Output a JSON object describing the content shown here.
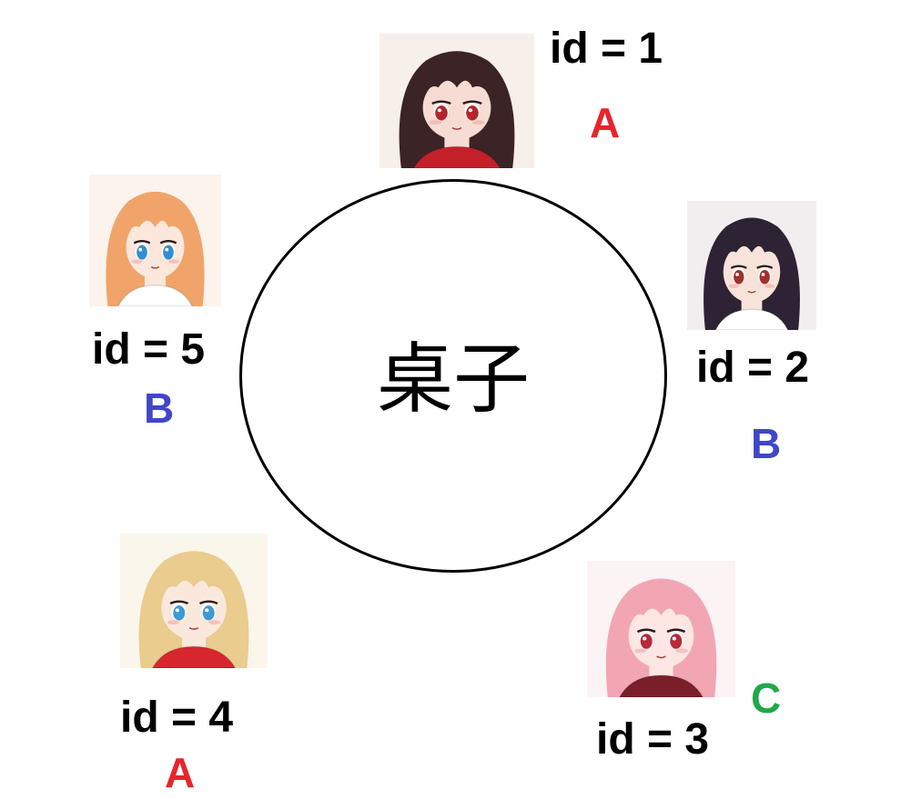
{
  "table": {
    "label": "桌子"
  },
  "people": [
    {
      "id_label": "id = 1",
      "group": "A",
      "group_color": "#e8242c",
      "hair": "#3b2326",
      "skin": "#f6dcd2",
      "eyes": "#b3262b",
      "accent": "#c4202a",
      "bg": "#f7efe9"
    },
    {
      "id_label": "id = 2",
      "group": "B",
      "group_color": "#3f47c8",
      "hair": "#2e2235",
      "skin": "#f8e3da",
      "eyes": "#a1302e",
      "accent": "#ffffff",
      "bg": "#f2eef0"
    },
    {
      "id_label": "id = 3",
      "group": "C",
      "group_color": "#21a84a",
      "hair": "#f2a6b3",
      "skin": "#fde6e3",
      "eyes": "#b62a3a",
      "accent": "#7a1f2a",
      "bg": "#fbf3f4"
    },
    {
      "id_label": "id = 4",
      "group": "A",
      "group_color": "#e8242c",
      "hair": "#e9cc8e",
      "skin": "#fbe8dd",
      "eyes": "#3c9bd4",
      "accent": "#d8262e",
      "bg": "#fbf6ec"
    },
    {
      "id_label": "id = 5",
      "group": "B",
      "group_color": "#3f47c8",
      "hair": "#f0a46a",
      "skin": "#fbe7dc",
      "eyes": "#2f8fd0",
      "accent": "#ffffff",
      "bg": "#fbf3ec"
    }
  ]
}
